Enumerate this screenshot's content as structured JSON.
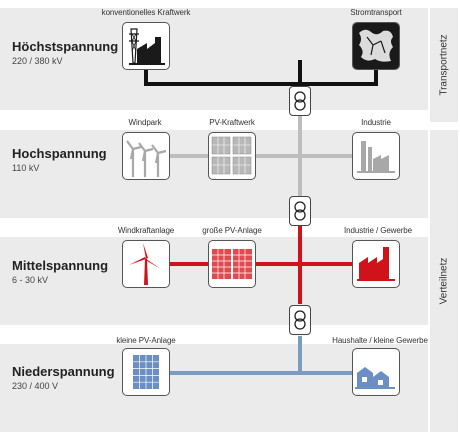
{
  "levels": [
    {
      "title": "Höchstspannung",
      "voltage": "220 / 380 kV"
    },
    {
      "title": "Hochspannung",
      "voltage": "110 kV"
    },
    {
      "title": "Mittelspannung",
      "voltage": "6 - 30 kV"
    },
    {
      "title": "Niederspannung",
      "voltage": "230 / 400 V"
    }
  ],
  "boxes": {
    "konventionell": "konventionelles Kraftwerk",
    "stromtransport": "Stromtransport",
    "windpark": "Windpark",
    "pv_kraftwerk": "PV-Kraftwerk",
    "industrie": "Industrie",
    "windkraftanlage": "Windkraftanlage",
    "grosse_pv": "große PV-Anlage",
    "industrie_gewerbe": "Industrie / Gewerbe",
    "kleine_pv": "kleine PV-Anlage",
    "haushalte": "Haushalte / kleine Gewerbe"
  },
  "side": {
    "transportnetz": "Transportnetz",
    "verteilnetz": "Verteilnetz"
  },
  "colors": {
    "band": "#ebebeb",
    "extra_high_line": "#111111",
    "high_line": "#bdbdbd",
    "medium_line": "#d0121b",
    "low_line": "#7b9cc0",
    "icon_dark": "#1a1a1a",
    "icon_grey": "#a8a8a8",
    "icon_red": "#d0121b",
    "icon_blue": "#6b8fc3"
  },
  "icons": {
    "konventionell": "power-plant-icon",
    "stromtransport": "map-icon",
    "windpark": "wind-farm-icon",
    "pv_kraftwerk": "solar-farm-icon",
    "industrie": "industry-icon",
    "windkraftanlage": "wind-turbine-icon",
    "grosse_pv": "solar-panel-icon",
    "industrie_gewerbe": "factory-icon",
    "kleine_pv": "small-solar-panel-icon",
    "haushalte": "houses-icon",
    "trafo": "transformer-icon"
  }
}
